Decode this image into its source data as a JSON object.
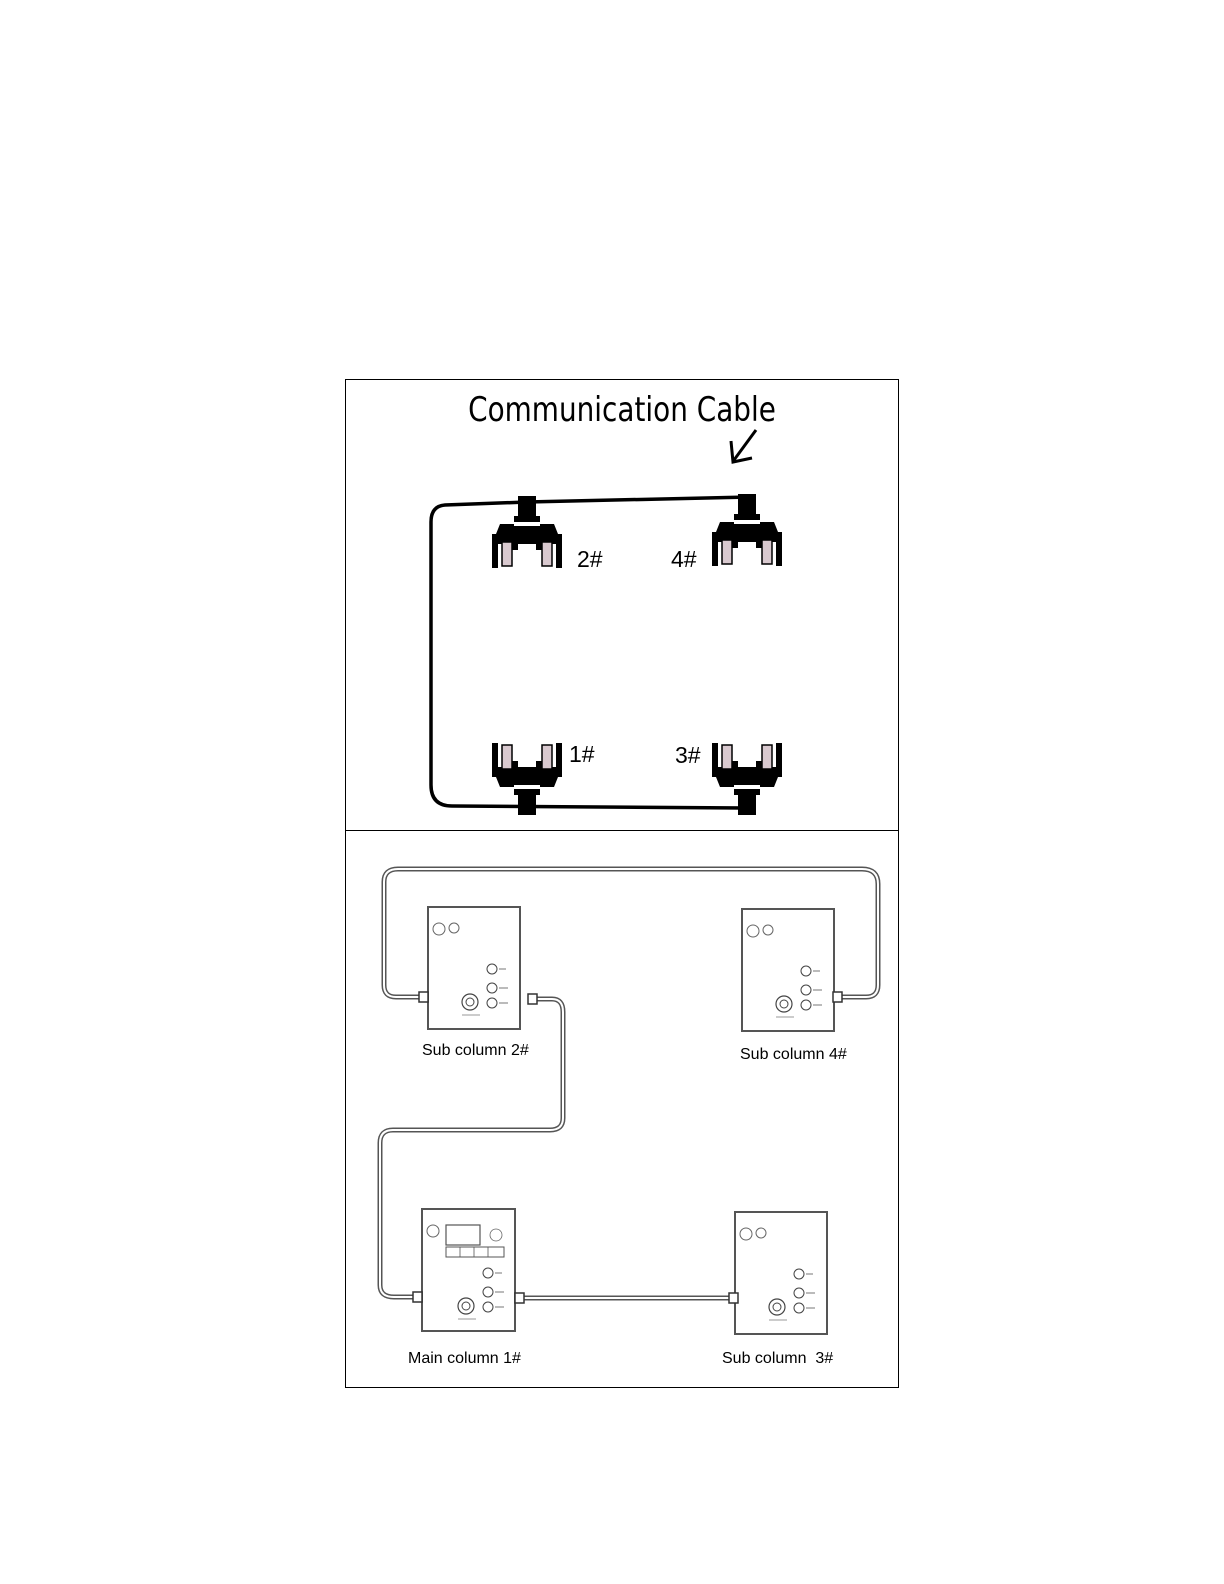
{
  "top_panel": {
    "title": "Communication Cable",
    "columns": [
      {
        "id": "1",
        "label": "1#"
      },
      {
        "id": "2",
        "label": "2#"
      },
      {
        "id": "3",
        "label": "3#"
      },
      {
        "id": "4",
        "label": "4#"
      }
    ]
  },
  "bottom_panel": {
    "units": [
      {
        "id": "2",
        "label": "Sub column 2#"
      },
      {
        "id": "4",
        "label": "Sub column 4#"
      },
      {
        "id": "1",
        "label": "Main column 1#"
      },
      {
        "id": "3",
        "label": "Sub column  3#"
      }
    ]
  }
}
